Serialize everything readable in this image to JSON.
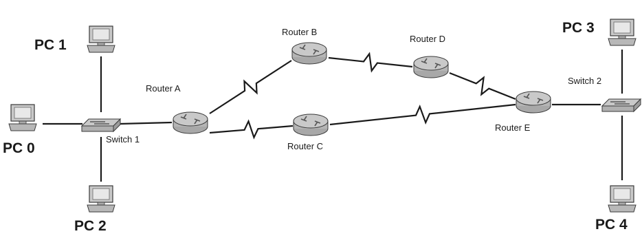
{
  "colors": {
    "background": "#ffffff",
    "link": "#1a1a1a",
    "device_fill": "#c9c9c9",
    "device_outline": "#3a3a3a"
  },
  "devices": {
    "pc0": {
      "label": "PC 0",
      "icon": "pc-icon"
    },
    "pc1": {
      "label": "PC 1",
      "icon": "pc-icon"
    },
    "pc2": {
      "label": "PC 2",
      "icon": "pc-icon"
    },
    "pc3": {
      "label": "PC 3",
      "icon": "pc-icon"
    },
    "pc4": {
      "label": "PC 4",
      "icon": "pc-icon"
    },
    "switch1": {
      "label": "Switch 1",
      "icon": "switch-icon"
    },
    "switch2": {
      "label": "Switch 2",
      "icon": "switch-icon"
    },
    "routerA": {
      "label": "Router A",
      "icon": "router-icon"
    },
    "routerB": {
      "label": "Router B",
      "icon": "router-icon"
    },
    "routerC": {
      "label": "Router C",
      "icon": "router-icon"
    },
    "routerD": {
      "label": "Router D",
      "icon": "router-icon"
    },
    "routerE": {
      "label": "Router E",
      "icon": "router-icon"
    }
  },
  "links": [
    {
      "from": "pc0",
      "to": "switch1",
      "type": "ethernet"
    },
    {
      "from": "pc1",
      "to": "switch1",
      "type": "ethernet"
    },
    {
      "from": "pc2",
      "to": "switch1",
      "type": "ethernet"
    },
    {
      "from": "switch1",
      "to": "routerA",
      "type": "ethernet"
    },
    {
      "from": "routerA",
      "to": "routerB",
      "type": "serial"
    },
    {
      "from": "routerA",
      "to": "routerC",
      "type": "serial"
    },
    {
      "from": "routerB",
      "to": "routerD",
      "type": "serial"
    },
    {
      "from": "routerD",
      "to": "routerE",
      "type": "serial"
    },
    {
      "from": "routerC",
      "to": "routerE",
      "type": "serial"
    },
    {
      "from": "routerE",
      "to": "switch2",
      "type": "ethernet"
    },
    {
      "from": "pc3",
      "to": "switch2",
      "type": "ethernet"
    },
    {
      "from": "pc4",
      "to": "switch2",
      "type": "ethernet"
    }
  ]
}
